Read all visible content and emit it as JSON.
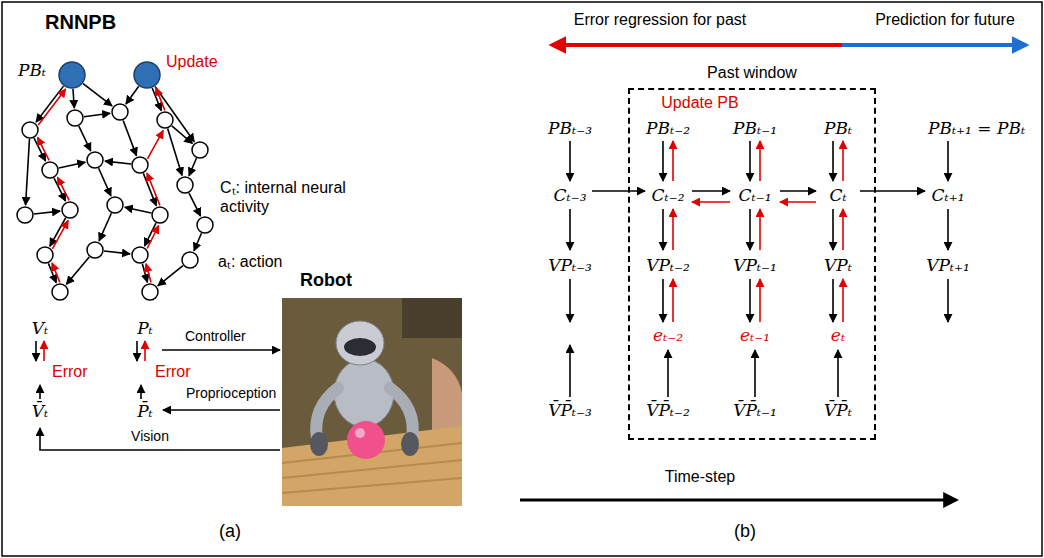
{
  "diagram": {
    "nodes": [
      {
        "text": [
          "Robot"
        ]
      },
      {
        "text": [
          "Past window"
        ]
      }
    ],
    "labels": [
      "RNNPB",
      "PBₜ",
      "Update",
      "Cₜ: internal neural activity",
      "aₜ: action",
      "Vₜ",
      "Pₜ",
      "Controller",
      "Error",
      "Error",
      "V̄ₜ",
      "P̄ₜ",
      "Proprioception",
      "Vision",
      "(a)",
      "Error regression for past",
      "Prediction for future",
      "Update PB",
      "PBₜ₋₃",
      "PBₜ₋₂",
      "PBₜ₋₁",
      "PBₜ",
      "PBₜ₊₁ = PBₜ",
      "Cₜ₋₃",
      "Cₜ₋₂",
      "Cₜ₋₁",
      "Cₜ",
      "Cₜ₊₁",
      "VPₜ₋₃",
      "VPₜ₋₂",
      "VPₜ₋₁",
      "VPₜ",
      "VPₜ₊₁",
      "eₜ₋₂",
      "eₜ₋₁",
      "eₜ",
      "V̄P̄ₜ₋₃",
      "V̄P̄ₜ₋₂",
      "V̄P̄ₜ₋₁",
      "V̄P̄ₜ",
      "Time-step",
      "(b)"
    ]
  }
}
